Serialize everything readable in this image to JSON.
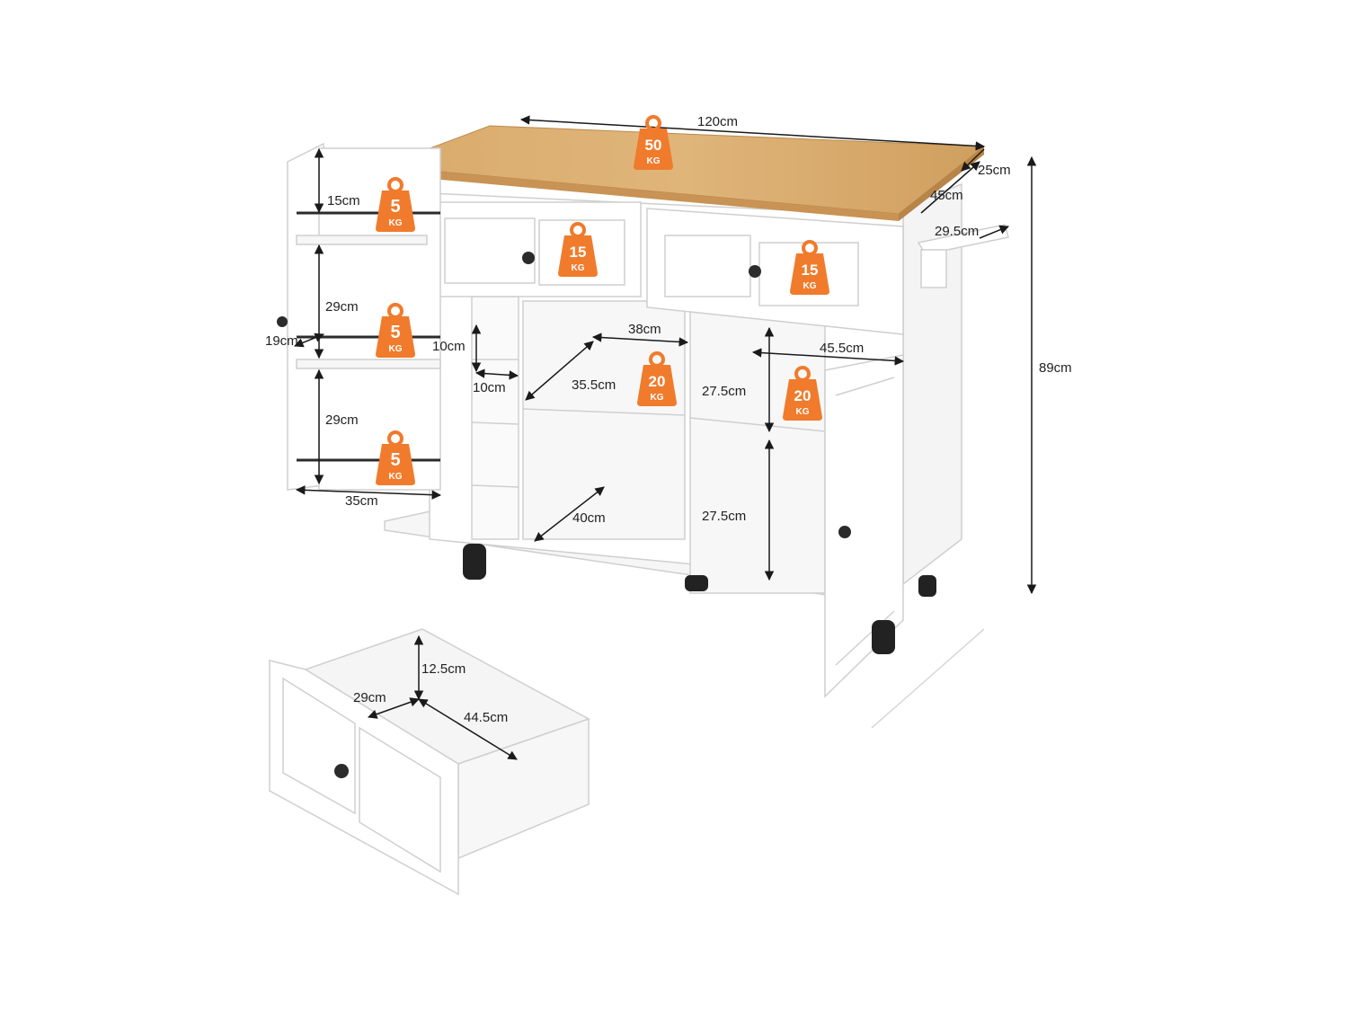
{
  "dimensions": {
    "top_width": "120cm",
    "top_depth": "45cm",
    "drop_leaf": "25cm",
    "towel_rack": "29.5cm",
    "total_height": "89cm",
    "spice_shelf_top": "15cm",
    "spice_shelf_mid": "29cm",
    "spice_shelf_low": "29cm",
    "spice_rack_depth": "19cm",
    "spice_rack_width": "35cm",
    "wine_cell_width": "10cm",
    "wine_cell_height": "10cm",
    "middle_shelf_width": "38cm",
    "middle_shelf_depth": "35.5cm",
    "bottom_depth": "40cm",
    "right_upper_height": "27.5cm",
    "right_lower_height": "27.5cm",
    "right_compartment_width": "45.5cm",
    "drawer_height": "12.5cm",
    "drawer_width": "29cm",
    "drawer_depth": "44.5cm"
  },
  "loads": {
    "top": {
      "value": "50",
      "unit": "KG"
    },
    "drawer_left": {
      "value": "15",
      "unit": "KG"
    },
    "drawer_right": {
      "value": "15",
      "unit": "KG"
    },
    "spice_top": {
      "value": "5",
      "unit": "KG"
    },
    "spice_mid": {
      "value": "5",
      "unit": "KG"
    },
    "spice_low": {
      "value": "5",
      "unit": "KG"
    },
    "middle_shelf": {
      "value": "20",
      "unit": "KG"
    },
    "right_shelf": {
      "value": "20",
      "unit": "KG"
    }
  },
  "colors": {
    "badge": "#f07b2c",
    "wood": "#d7a86a",
    "body": "#ffffff",
    "outline": "#cfcfcf",
    "dimension_line": "#1a1a1a"
  }
}
